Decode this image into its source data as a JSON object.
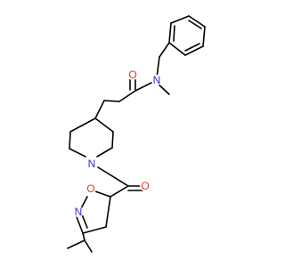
{
  "structure": {
    "colors": {
      "bond": "#000000",
      "nitrogen": "#2b2bd9",
      "oxygen": "#e53320",
      "background": "#ffffff"
    },
    "atom_labels": {
      "oxygen_amide": "O",
      "nitrogen_amide": "N",
      "nitrogen_piperidine": "N",
      "oxygen_carbonyl": "O",
      "oxygen_isoxazoline": "O",
      "nitrogen_isoxazoline": "N"
    }
  }
}
